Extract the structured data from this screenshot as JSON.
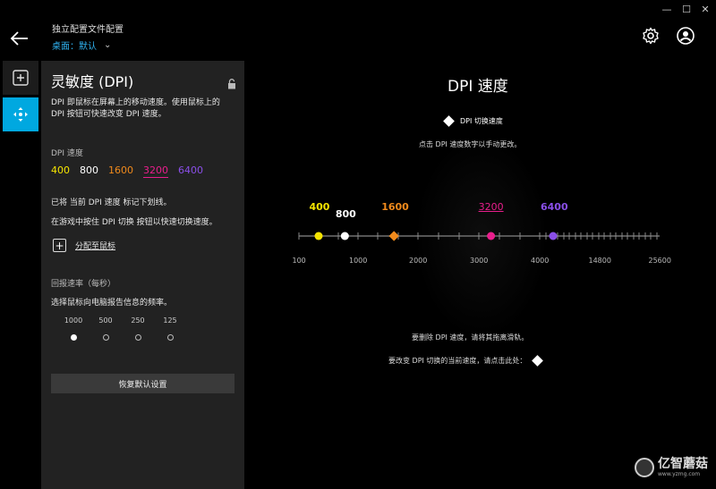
{
  "window": {
    "minimize": "—",
    "maximize": "☐",
    "close": "✕"
  },
  "header": {
    "profile_label": "独立配置文件配置",
    "profile_value": "桌面：默认",
    "chevron": "⌄"
  },
  "panel": {
    "title": "灵敏度 (DPI)",
    "description": "DPI 即鼠标在屏幕上的移动速度。使用鼠标上的 DPI 按钮可快速改变 DPI 速度。",
    "dpi_speed_label": "DPI 速度",
    "dpi_levels": [
      {
        "value": "400",
        "color": "#f5e400"
      },
      {
        "value": "800",
        "color": "#ffffff"
      },
      {
        "value": "1600",
        "color": "#f08a1c"
      },
      {
        "value": "3200",
        "color": "#e91e8c",
        "underlined": true
      },
      {
        "value": "6400",
        "color": "#8a4fe8"
      }
    ],
    "note_underline": "已将 当前 DPI 速度 标记下划线。",
    "note_switch": "在游戏中按住 DPI 切换 按钮以快速切换速度。",
    "assign_label": "分配至鼠标",
    "report_rate_label": "回报速率（每秒）",
    "report_rate_desc": "选择鼠标向电脑报告信息的频率。",
    "report_rates": [
      {
        "label": "1000",
        "selected": true
      },
      {
        "label": "500",
        "selected": false
      },
      {
        "label": "250",
        "selected": false
      },
      {
        "label": "125",
        "selected": false
      }
    ],
    "reset_button": "恢复默认设置"
  },
  "main": {
    "title": "DPI 速度",
    "dpi_switch_label": "DPI 切换速度",
    "hint_click": "点击 DPI 速度数字以手动更改。",
    "hint_delete": "要删除 DPI 速度，请将其拖离滑轨。",
    "hint_change_switch": "要改变 DPI 切换的当前速度，请点击此处："
  },
  "slider": {
    "scale_labels": [
      "100",
      "1000",
      "2000",
      "3000",
      "4000",
      "14800",
      "25600"
    ],
    "markers": [
      {
        "label": "400",
        "color": "#f5e400",
        "shape": "circle"
      },
      {
        "label": "800",
        "color": "#ffffff",
        "shape": "circle"
      },
      {
        "label": "1600",
        "color": "#f08a1c",
        "shape": "diamond"
      },
      {
        "label": "3200",
        "color": "#e91e8c",
        "shape": "circle",
        "underlined": true
      },
      {
        "label": "6400",
        "color": "#8a4fe8",
        "shape": "circle"
      }
    ]
  },
  "watermark": {
    "main": "亿智蘑菇",
    "sub": "www.yzmg.com"
  }
}
